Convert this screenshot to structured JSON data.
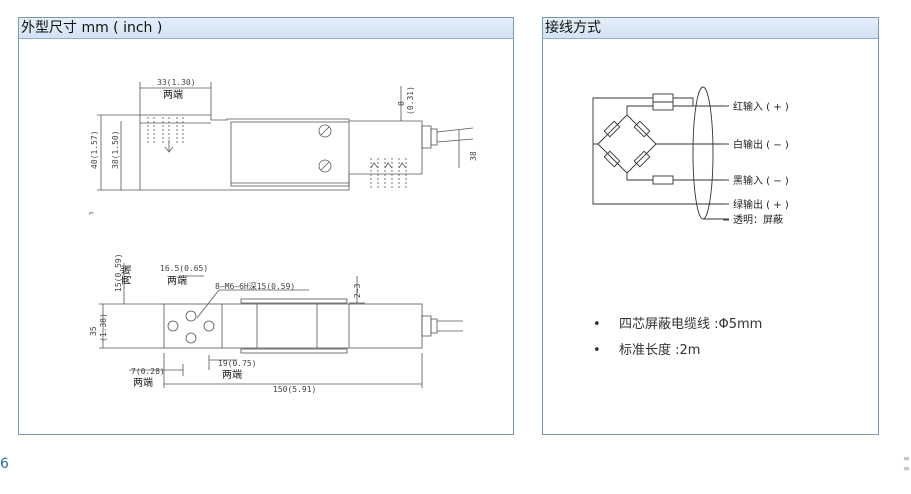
{
  "page": {
    "number": "6",
    "edge_glyphs": [
      "≡",
      "≡"
    ]
  },
  "dimensions_panel": {
    "title": "外型尺寸 mm ( inch )",
    "top_view": {
      "dim_width": "33(1.30)",
      "dim_width_note": "两端",
      "dim_height_outer": "40(1.57)",
      "dim_height_inner": "38(1.50)",
      "dim_top": "8",
      "dim_top_inch": "(0.31)",
      "dim_right": "38",
      "edge_mark": "⌐"
    },
    "plan_view": {
      "dim_15": "15(0.59)",
      "dim_15_note": "两端",
      "dim_165": "16.5(0.65)",
      "dim_165_note": "两端",
      "dim_thread": "8—M6—6H深15(0.59)",
      "dim_2_3": "2~3",
      "dim_35": "35",
      "dim_35_inch": "(1.38)",
      "dim_7": "7(0.28)",
      "dim_7_note": "两端",
      "dim_19": "19(0.75)",
      "dim_19_note": "两端",
      "dim_150": "150(5.91)"
    }
  },
  "wiring_panel": {
    "title": "接线方式",
    "wires": [
      {
        "label": "红输入 ( + )"
      },
      {
        "label": "白输出 ( − )"
      },
      {
        "label": "黑输入 ( − )"
      },
      {
        "label": "绿输出 ( + )"
      },
      {
        "label": "透明：屏蔽"
      }
    ],
    "specs": [
      {
        "bullet": "•",
        "text": "四芯屏蔽电缆线 :Φ5mm"
      },
      {
        "bullet": "•",
        "text": "标准长度 :2m"
      }
    ]
  }
}
